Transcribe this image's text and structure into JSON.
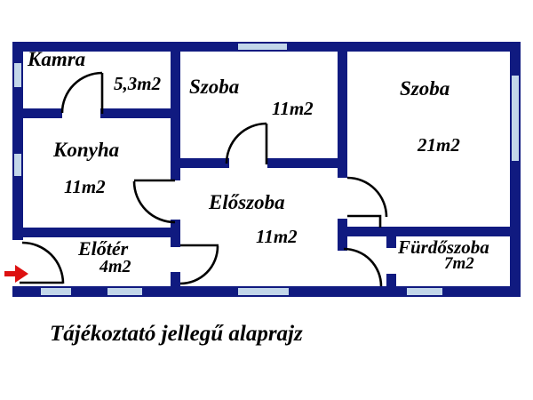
{
  "plan": {
    "caption": "Tájékoztató jellegű alaprajz",
    "rooms": {
      "kamra": {
        "name": "Kamra",
        "area": "5,3m2"
      },
      "szoba_kis": {
        "name": "Szoba",
        "area": "11m2"
      },
      "szoba_nagy": {
        "name": "Szoba",
        "area": "21m2"
      },
      "konyha": {
        "name": "Konyha",
        "area": "11m2"
      },
      "eloszoba": {
        "name": "Előszoba",
        "area": "11m2"
      },
      "eloter": {
        "name": "Előtér",
        "area": "4m2"
      },
      "furdoszoba": {
        "name": "Fürdőszoba",
        "area": "7m2"
      }
    },
    "colors": {
      "wall": "#101a80",
      "window": "#c3d7ea",
      "door": "#000000",
      "arrow": "#dd1111",
      "text": "#000000",
      "background": "#ffffff"
    }
  }
}
